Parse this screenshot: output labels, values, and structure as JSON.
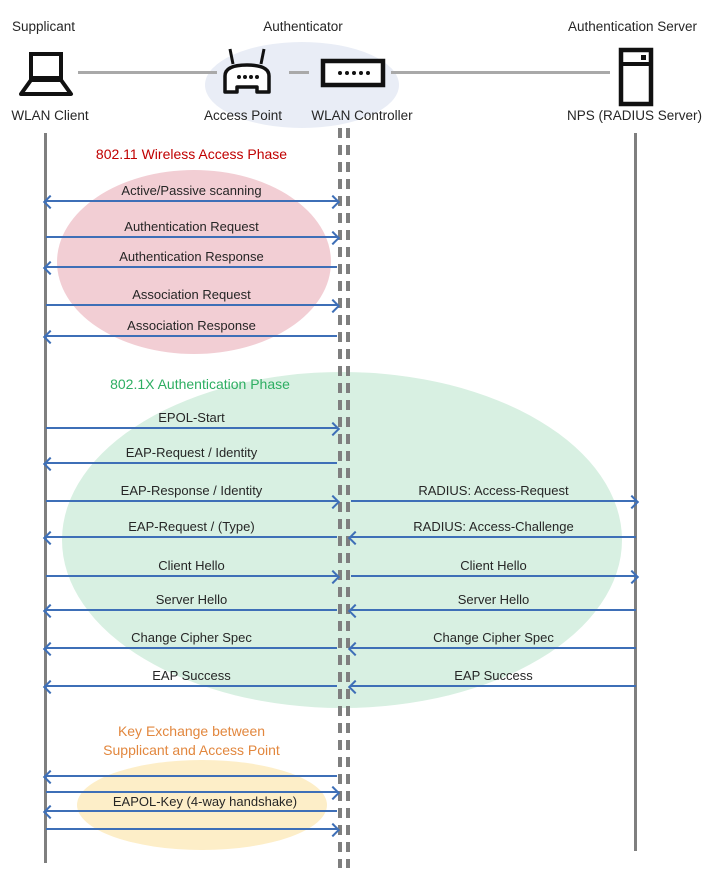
{
  "palette": {
    "arrow_blue": "#3e6fb7",
    "lifeline_gray": "#7f7f7f",
    "connector_gray": "#a9a9a9",
    "phase_red": "#c00000",
    "phase_green": "#2eae62",
    "phase_orange": "#e2873e",
    "ellipse_pink": "#f2ced4",
    "ellipse_green": "#d8f0e2",
    "ellipse_yellow": "#fdeec8",
    "ellipse_blue": "#e9edf6",
    "text_dark": "#262626"
  },
  "header": {
    "roles": [
      {
        "label": "Supplicant"
      },
      {
        "label": "Authenticator"
      },
      {
        "label": "Authentication Server"
      }
    ]
  },
  "nodes": [
    {
      "label": "WLAN Client",
      "icon": "laptop-icon"
    },
    {
      "label": "Access Point",
      "icon": "access-point-icon"
    },
    {
      "label": "WLAN Controller",
      "icon": "wlan-controller-icon"
    },
    {
      "label": "NPS (RADIUS Server)",
      "icon": "server-icon"
    }
  ],
  "phases": [
    {
      "title": "802.11 Wireless Access Phase",
      "color": "#c00000"
    },
    {
      "title": "802.1X Authentication Phase",
      "color": "#2eae62"
    },
    {
      "title_line1": "Key Exchange between",
      "title_line2": "Supplicant and Access Point",
      "color": "#e2873e"
    }
  ],
  "messages": {
    "left": [
      {
        "label": "Active/Passive scanning",
        "direction": "both"
      },
      {
        "label": "Authentication Request",
        "direction": "right"
      },
      {
        "label": "Authentication Response",
        "direction": "left"
      },
      {
        "label": "Association Request",
        "direction": "right"
      },
      {
        "label": "Association Response",
        "direction": "left"
      },
      {
        "label": "EPOL-Start",
        "direction": "right"
      },
      {
        "label": "EAP-Request / Identity",
        "direction": "left"
      },
      {
        "label": "EAP-Response / Identity",
        "direction": "right"
      },
      {
        "label": "EAP-Request / (Type)",
        "direction": "left"
      },
      {
        "label": "Client Hello",
        "direction": "right"
      },
      {
        "label": "Server Hello",
        "direction": "left"
      },
      {
        "label": "Change Cipher Spec",
        "direction": "left"
      },
      {
        "label": "EAP Success",
        "direction": "left"
      },
      {
        "label": "",
        "direction": "left"
      },
      {
        "label": "",
        "direction": "right"
      },
      {
        "label": "",
        "direction": "left"
      },
      {
        "label": "",
        "direction": "right"
      }
    ],
    "right": [
      {
        "label": "RADIUS: Access-Request",
        "direction": "right"
      },
      {
        "label": "RADIUS: Access-Challenge",
        "direction": "left"
      },
      {
        "label": "Client Hello",
        "direction": "right"
      },
      {
        "label": "Server Hello",
        "direction": "left"
      },
      {
        "label": "Change Cipher Spec",
        "direction": "left"
      },
      {
        "label": "EAP Success",
        "direction": "left"
      }
    ],
    "eapol_key_label": "EAPOL-Key (4-way handshake)"
  }
}
